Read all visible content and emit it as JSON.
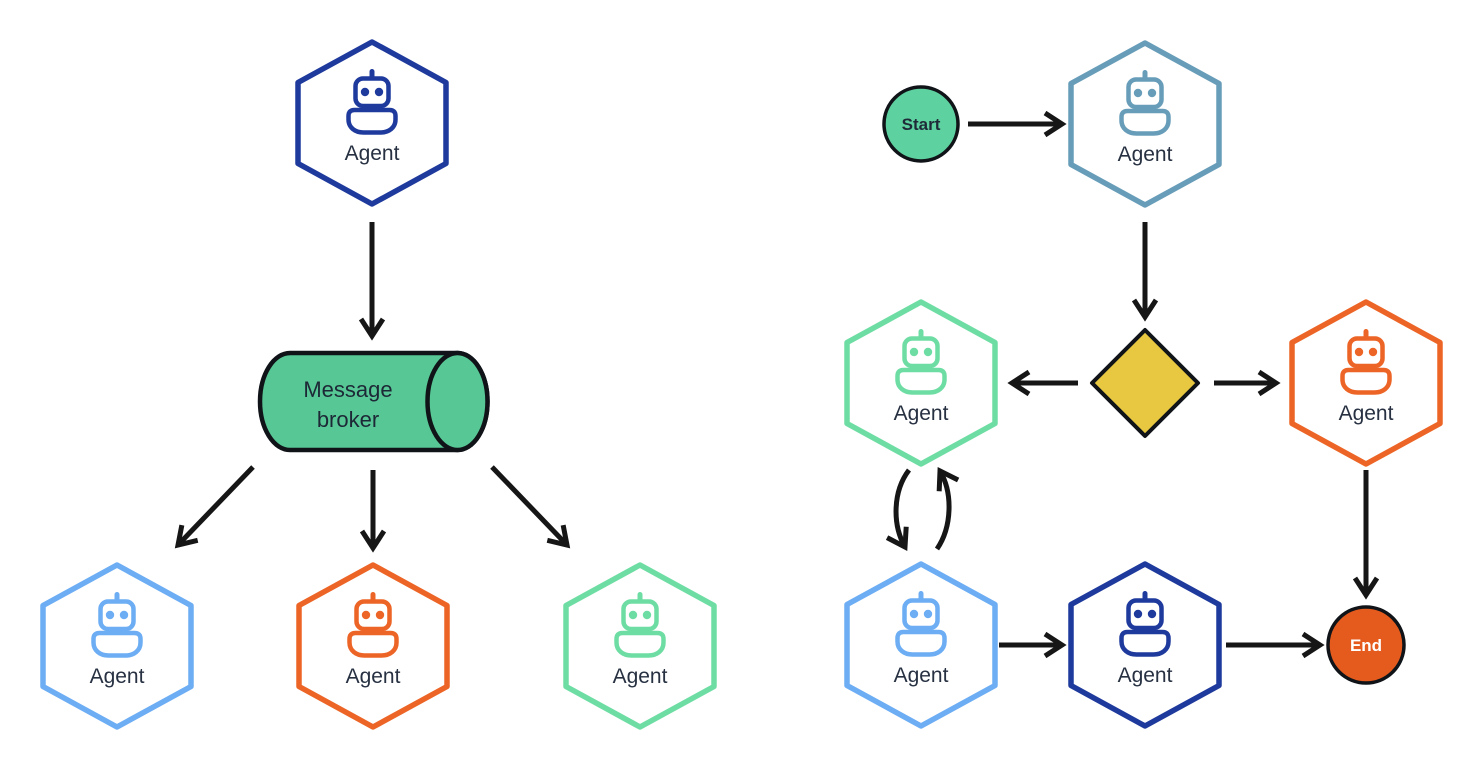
{
  "palette": {
    "arrow": "#161616",
    "node_label": "#273142",
    "shape_outline": "#101418",
    "canvas_background": "#ffffff"
  },
  "left_diagram": {
    "name": "message-broker-pattern",
    "top_agent": {
      "label": "Agent",
      "color": "#1f3a9d"
    },
    "message_broker": {
      "line1": "Message",
      "line2": "broker",
      "fill": "#57c795"
    },
    "worker_agents": [
      {
        "label": "Agent",
        "color": "#6cadf4"
      },
      {
        "label": "Agent",
        "color": "#ed6526"
      },
      {
        "label": "Agent",
        "color": "#6edda4"
      }
    ]
  },
  "right_diagram": {
    "name": "workflow-pattern",
    "start": {
      "label": "Start",
      "fill": "#5ed1a0"
    },
    "router_agent": {
      "label": "Agent",
      "color": "#689db9"
    },
    "decision": {
      "fill": "#e8c840"
    },
    "branch_left_agent": {
      "label": "Agent",
      "color": "#6edda4"
    },
    "branch_right_agent": {
      "label": "Agent",
      "color": "#ed6526"
    },
    "loop_agent": {
      "label": "Agent",
      "color": "#6cadf4"
    },
    "final_agent": {
      "label": "Agent",
      "color": "#1f3a9d"
    },
    "end": {
      "label": "End",
      "fill": "#e45b1d"
    }
  }
}
